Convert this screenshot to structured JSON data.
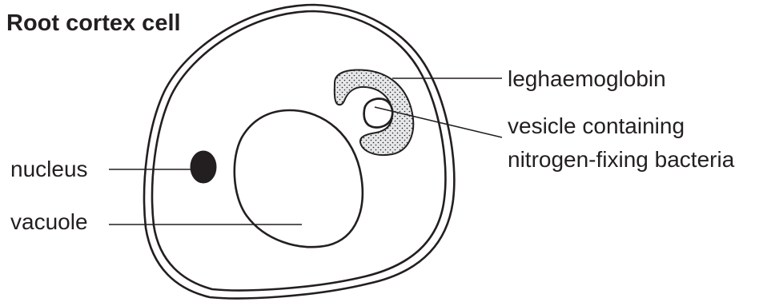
{
  "title": "Root cortex cell",
  "labels": {
    "leghaemoglobin": "leghaemoglobin",
    "vesicle_line1": "vesicle containing",
    "vesicle_line2": "nitrogen-fixing bacteria",
    "nucleus": "nucleus",
    "vacuole": "vacuole"
  },
  "colors": {
    "ink": "#231f20",
    "leghaemoglobin_fill": "#e6e7e8",
    "nucleus_fill": "#231f20",
    "background": "#ffffff"
  }
}
